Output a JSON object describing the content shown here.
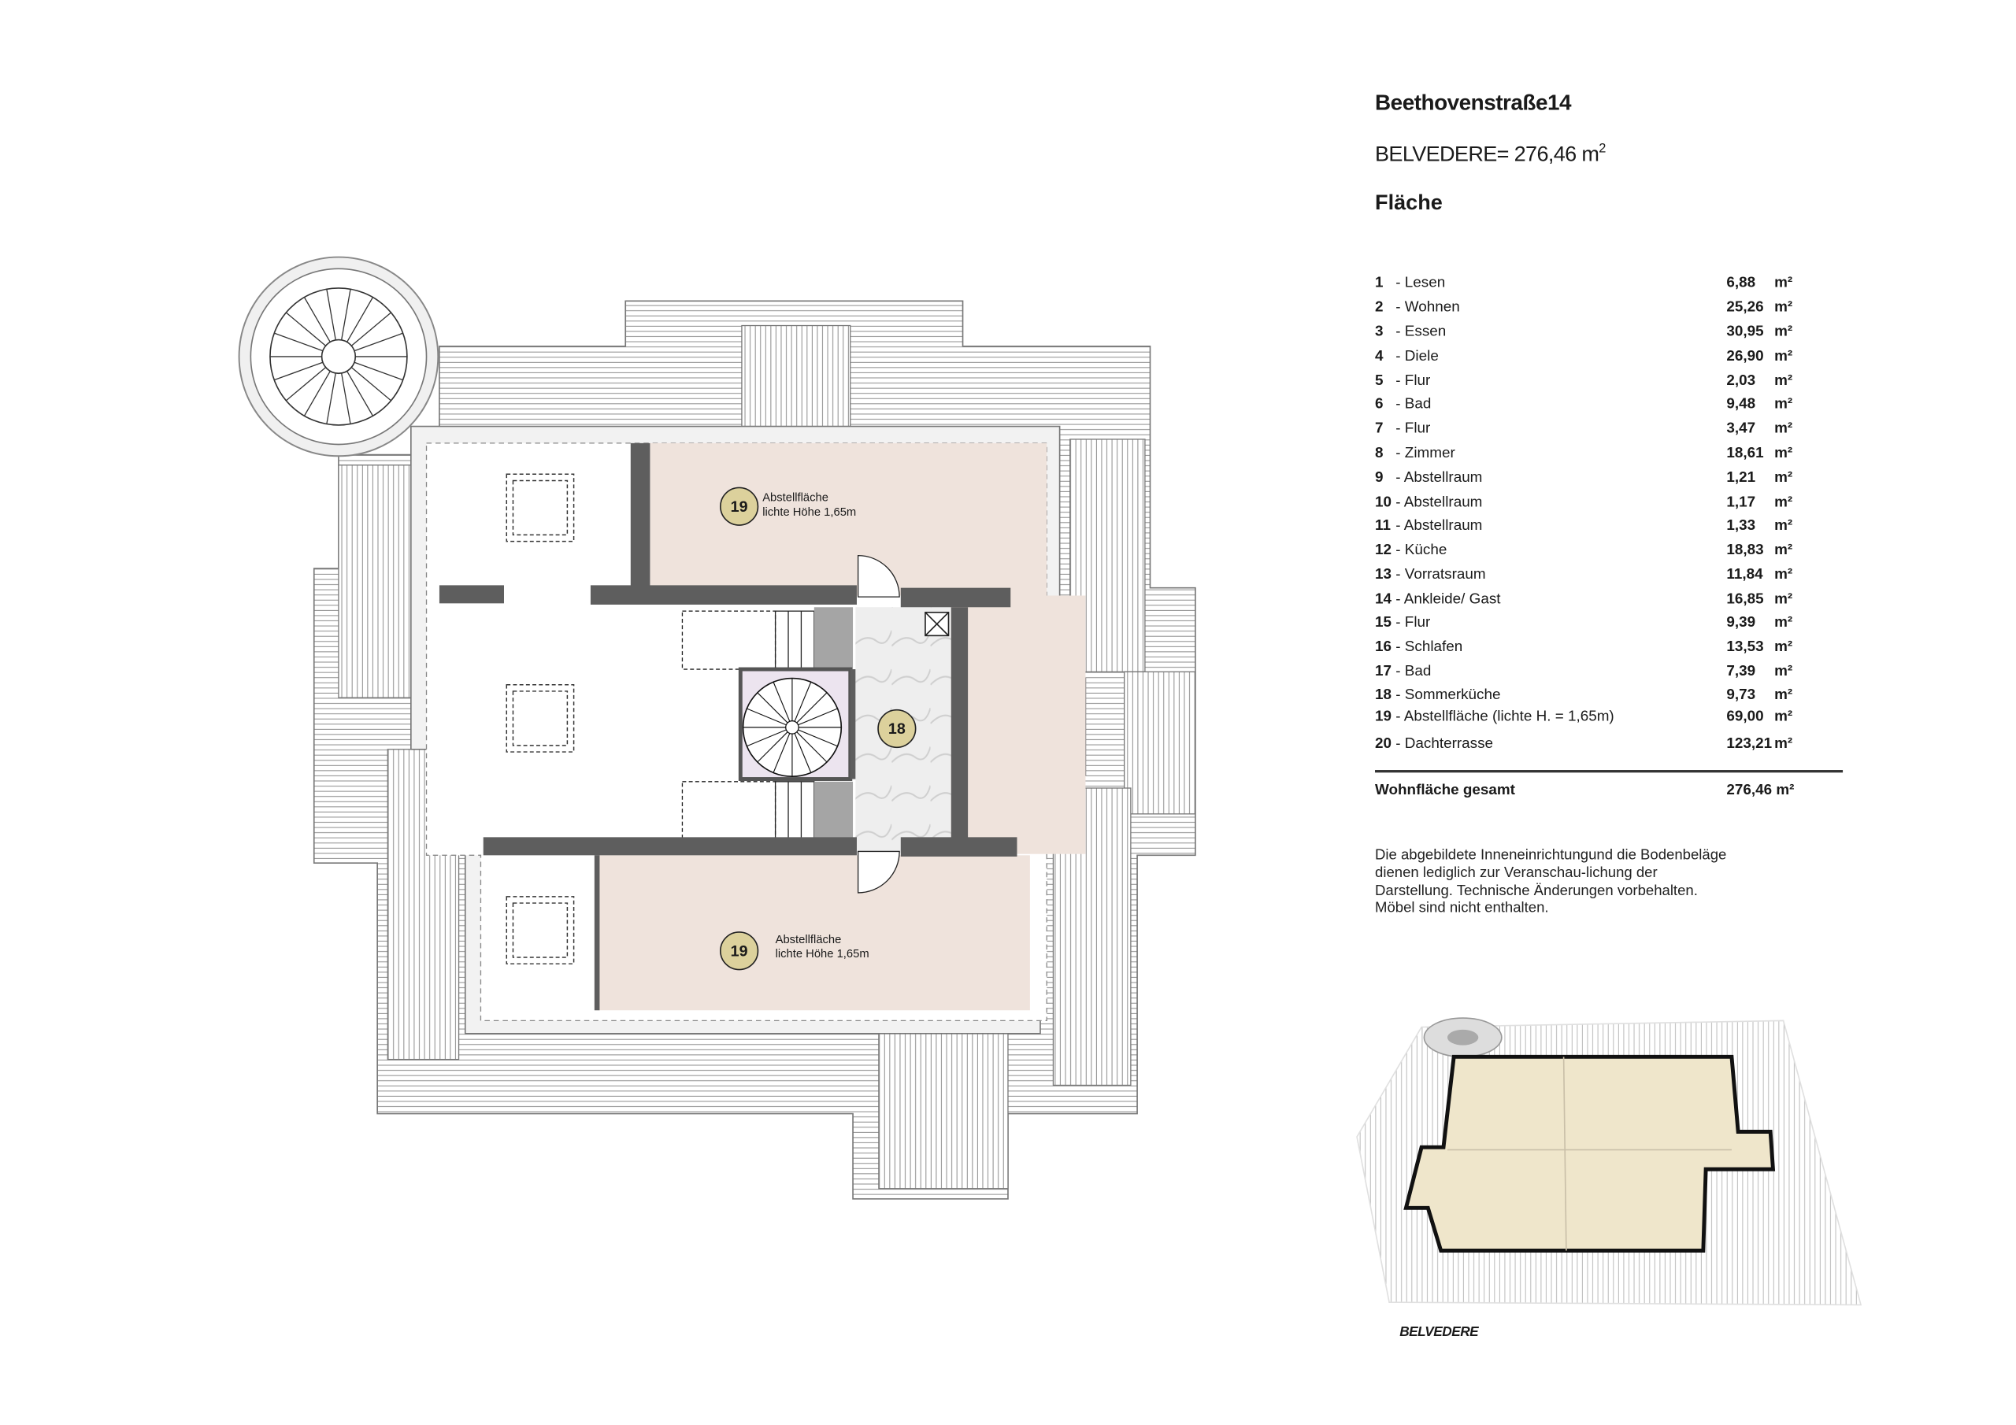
{
  "header": {
    "address": "Beethovenstraße14",
    "unit_area": "BELVEDERE= 276,46  m",
    "unit_area_sup": "2",
    "section_title": "Fläche"
  },
  "rooms": [
    {
      "num": "1",
      "name": "- Lesen",
      "area": "6,88",
      "unit": "m²"
    },
    {
      "num": "2",
      "name": "- Wohnen",
      "area": "25,26",
      "unit": "m²"
    },
    {
      "num": "3",
      "name": "- Essen",
      "area": "30,95",
      "unit": "m²"
    },
    {
      "num": "4",
      "name": "- Diele",
      "area": "26,90",
      "unit": "m²"
    },
    {
      "num": "5",
      "name": "- Flur",
      "area": "2,03",
      "unit": "m²"
    },
    {
      "num": "6",
      "name": "- Bad",
      "area": "9,48",
      "unit": "m²"
    },
    {
      "num": "7",
      "name": "- Flur",
      "area": "3,47",
      "unit": "m²"
    },
    {
      "num": "8",
      "name": "- Zimmer",
      "area": "18,61",
      "unit": "m²"
    },
    {
      "num": "9",
      "name": "- Abstellraum",
      "area": "1,21",
      "unit": "m²"
    },
    {
      "num": "10",
      "name": "- Abstellraum",
      "area": "1,17",
      "unit": "m²"
    },
    {
      "num": "11",
      "name": "- Abstellraum",
      "area": "1,33",
      "unit": "m²"
    },
    {
      "num": "12",
      "name": "- Küche",
      "area": "18,83",
      "unit": "m²"
    },
    {
      "num": "13",
      "name": "- Vorratsraum",
      "area": "11,84",
      "unit": "m²"
    },
    {
      "num": "14",
      "name": "- Ankleide/ Gast",
      "area": "16,85",
      "unit": "m²"
    },
    {
      "num": "15",
      "name": "- Flur",
      "area": "9,39",
      "unit": "m²"
    },
    {
      "num": "16",
      "name": "- Schlafen",
      "area": "13,53",
      "unit": "m²"
    },
    {
      "num": "17",
      "name": "- Bad",
      "area": "7,39",
      "unit": "m²"
    },
    {
      "num": "18",
      "name": "- Sommerküche",
      "area": "9,73",
      "unit": "m²"
    },
    {
      "num": "19",
      "name": "- Abstellfläche (lichte H. = 1,65m)",
      "area": "69,00",
      "unit": "m²"
    },
    {
      "num": "20",
      "name": "- Dachterrasse",
      "area": "123,21",
      "unit": "m²"
    }
  ],
  "total": {
    "label": "Wohnfläche gesamt",
    "area": "276,46 m²"
  },
  "disclaimer": "Die abgebildete  Inneneinrichtungund die Bodenbeläge  dienen lediglich zur Veranschau-lichung der Darstellung. Technische Änderungen vorbehalten.  Möbel sind nicht enthalten.",
  "plan": {
    "labels": [
      {
        "badge": "19",
        "line1": "Abstellfläche",
        "line2": "lichte Höhe 1,65m"
      },
      {
        "badge": "19",
        "line1": "Abstellfläche",
        "line2": "lichte Höhe 1,65m"
      },
      {
        "badge": "18"
      }
    ]
  },
  "logo": "BELVEDERE",
  "colors": {
    "wall": "#5e5e5e",
    "storage": "#efe3dc",
    "badge": "#dcd19c",
    "thumb_fill": "#efe6cb"
  }
}
